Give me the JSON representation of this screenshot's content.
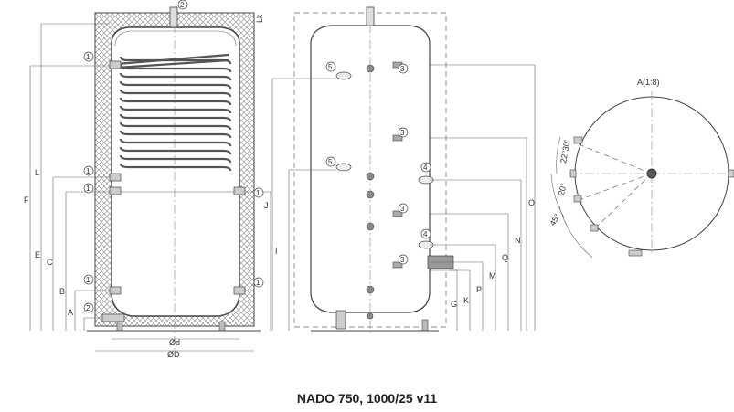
{
  "caption": "NADO 750, 1000/25 v11",
  "dimensions": {
    "L": "L",
    "F": "F",
    "E": "E",
    "C": "C",
    "B": "B",
    "A": "A",
    "J": "J",
    "I": "I",
    "G": "G",
    "K": "K",
    "P": "P",
    "M": "M",
    "Q": "Q",
    "N": "N",
    "O": "O"
  },
  "diameters": {
    "inner": "Ød",
    "outer": "ØD"
  },
  "insulation_label": "Lk",
  "callouts": {
    "c1": "1",
    "c2": "2",
    "c3": "3",
    "c4": "4",
    "c5": "5"
  },
  "top_view": {
    "title": "A(1:8)",
    "angle_1": "22°30'",
    "angle_2": "20°",
    "angle_3": "45°"
  }
}
